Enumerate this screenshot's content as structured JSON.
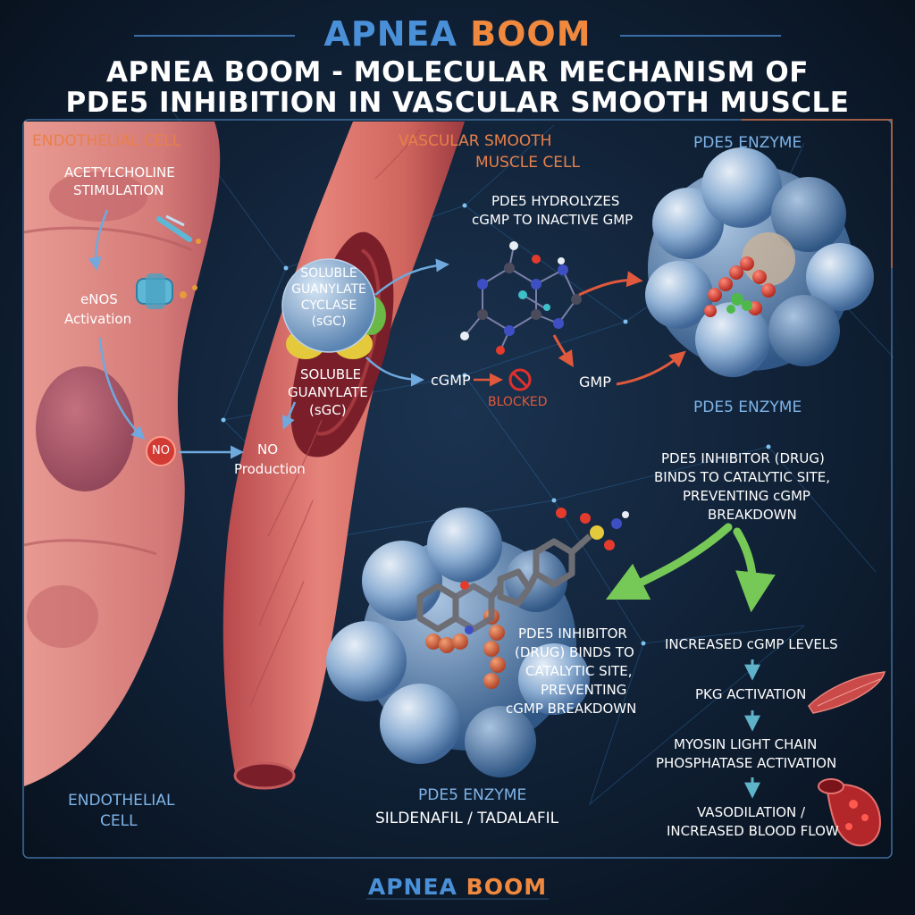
{
  "brand": {
    "part1": "APNEA",
    "part2": "BOOM"
  },
  "title": {
    "line1": "APNEA BOOM - MOLECULAR MECHANISM OF",
    "line2": "PDE5 INHIBITION IN VASCULAR SMOOTH MUSCLE"
  },
  "labels": {
    "endothelial_cell_top": "ENDOTHELIAL CELL",
    "ach_stimulation_1": "ACETYLCHOLINE",
    "ach_stimulation_2": "STIMULATION",
    "enos_1": "eNOS",
    "enos_2": "Activation",
    "no_badge": "NO",
    "no_production_1": "NO",
    "no_production_2": "Production",
    "vsm_cell_1": "VASCULAR SMOOTH",
    "vsm_cell_2": "MUSCLE CELL",
    "sgc_1": "SOLUBLE",
    "sgc_2": "GUANYLATE",
    "sgc_3": "CYCLASE",
    "sgc_4": "(sGC)",
    "sgc2_1": "SOLUBLE",
    "sgc2_2": "GUANYLATE",
    "sgc2_3": "(sGC)",
    "pde5_hydrolyzes_1": "PDE5 HYDROLYZES",
    "pde5_hydrolyzes_2": "cGMP TO INACTIVE GMP",
    "pde5_enzyme_top": "PDE5 ENZYME",
    "pde5_enzyme_mid": "PDE5 ENZYME",
    "cgmp": "cGMP",
    "gmp": "GMP",
    "blocked": "BLOCKED",
    "inhibitor_right_1": "PDE5 INHIBITOR (DRUG)",
    "inhibitor_right_2": "BINDS TO CATALYTIC SITE,",
    "inhibitor_right_3": "PREVENTING cGMP",
    "inhibitor_right_4": "BREAKDOWN",
    "inhibitor_center_1": "PDE5 INHIBITOR",
    "inhibitor_center_2": "(DRUG) BINDS TO",
    "inhibitor_center_3": "CATALYTIC SITE,",
    "inhibitor_center_4": "PREVENTING",
    "inhibitor_center_5": "cGMP BREAKDOWN",
    "increased_cgmp": "INCREASED cGMP LEVELS",
    "pkg": "PKG ACTIVATION",
    "myosin_1": "MYOSIN LIGHT CHAIN",
    "myosin_2": "PHOSPHATASE ACTIVATION",
    "vasodilation_1": "VASODILATION /",
    "vasodilation_2": "INCREASED BLOOD FLOW",
    "pde5_enzyme_bottom": "PDE5 ENZYME",
    "drug_names": "SILDENAFIL / TADALAFIL",
    "endothelial_cell_bottom_1": "ENDOTHELIAL",
    "endothelial_cell_bottom_2": "CELL"
  },
  "colors": {
    "background": "#0b1524",
    "brand_blue": "#4a90d9",
    "brand_orange": "#f0883e",
    "cell_pink": "#d9777a",
    "enzyme_blue": "#5b84b8",
    "arrow_green": "#6cc24a",
    "arrow_red": "#d9533a"
  }
}
